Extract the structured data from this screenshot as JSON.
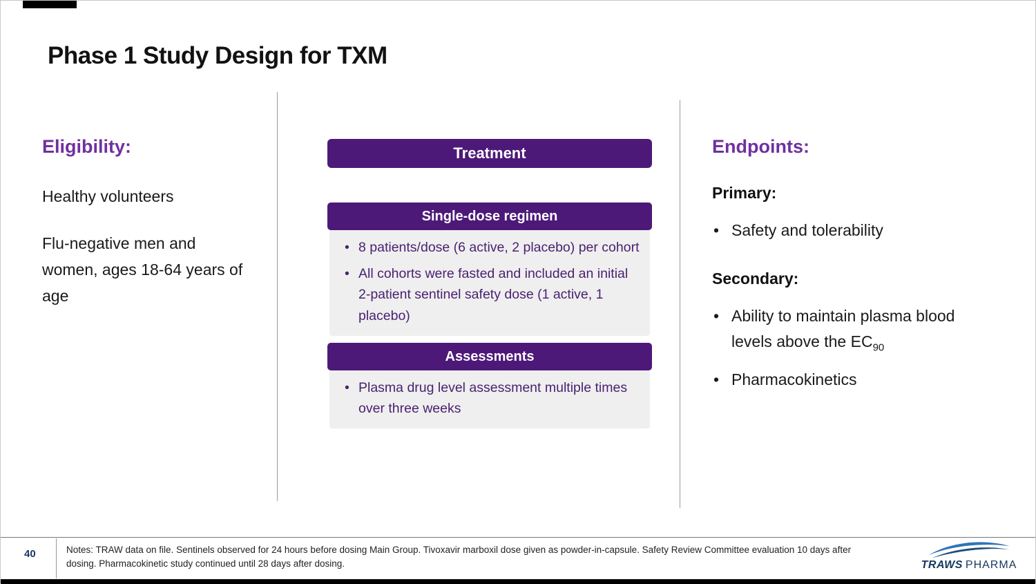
{
  "slide": {
    "title": "Phase 1 Study Design for TXM",
    "page_number": "40"
  },
  "eligibility": {
    "heading": "Eligibility:",
    "line1": "Healthy volunteers",
    "line2": "Flu-negative men and women, ages 18-64 years of age"
  },
  "treatment": {
    "header": "Treatment",
    "sections": [
      {
        "title": "Single-dose regimen",
        "bullets": [
          "8 patients/dose (6 active, 2 placebo) per cohort",
          "All cohorts were fasted and included an initial 2-patient sentinel safety dose (1 active, 1 placebo)"
        ]
      },
      {
        "title": "Assessments",
        "bullets": [
          "Plasma drug level assessment multiple times over three weeks"
        ]
      }
    ]
  },
  "endpoints": {
    "heading": "Endpoints:",
    "primary_label": "Primary:",
    "primary_bullets": [
      "Safety and tolerability"
    ],
    "secondary_label": "Secondary:",
    "secondary_bullets": [
      {
        "text": "Ability to maintain plasma blood levels above the EC",
        "sub": "90"
      },
      {
        "text": "Pharmacokinetics",
        "sub": ""
      }
    ]
  },
  "footer": {
    "notes": "Notes: TRAW data on file. Sentinels observed for 24 hours before dosing Main Group. Tivoxavir marboxil dose given as powder-in-capsule. Safety Review Committee evaluation 10 days after dosing. Pharmacokinetic study continued until 28 days after dosing.",
    "logo_line1": "TRAWS",
    "logo_line2": "PHARMA"
  },
  "colors": {
    "heading_purple": "#7030A0",
    "box_purple": "#4D1979",
    "bullet_purple": "#4A2170",
    "gray_box": "#EFEFEF",
    "navy": "#1F3864",
    "logo_blue": "#2E75B6",
    "logo_dark_blue": "#1F4E79"
  }
}
